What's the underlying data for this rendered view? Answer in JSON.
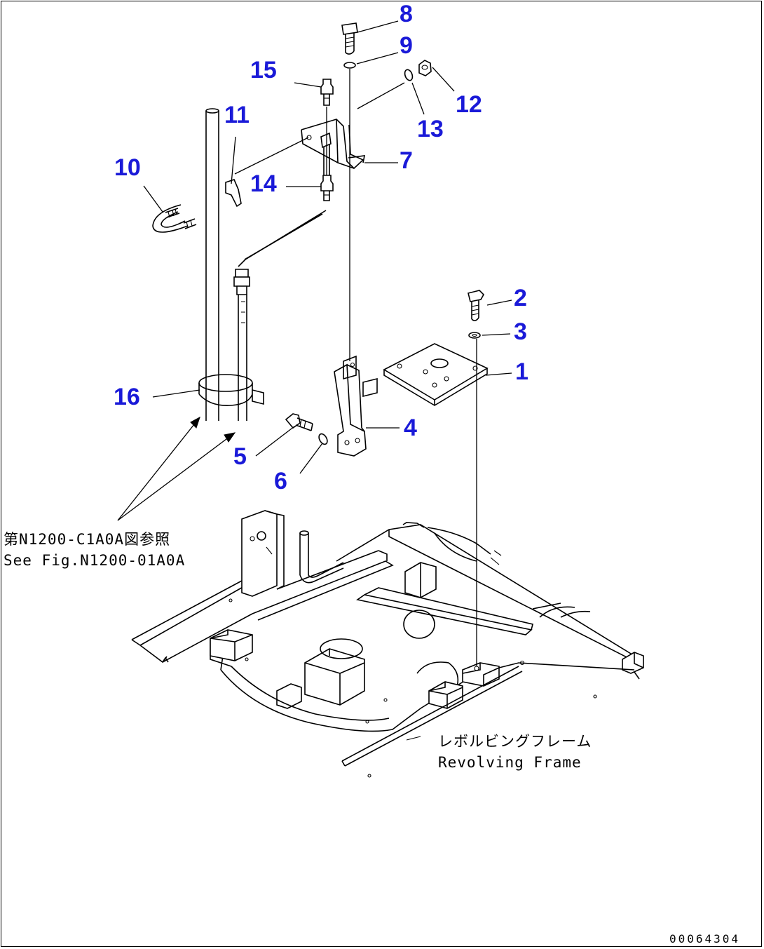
{
  "diagram": {
    "callouts": [
      {
        "id": "1",
        "label": "1"
      },
      {
        "id": "2",
        "label": "2"
      },
      {
        "id": "3",
        "label": "3"
      },
      {
        "id": "4",
        "label": "4"
      },
      {
        "id": "5",
        "label": "5"
      },
      {
        "id": "6",
        "label": "6"
      },
      {
        "id": "7",
        "label": "7"
      },
      {
        "id": "8",
        "label": "8"
      },
      {
        "id": "9",
        "label": "9"
      },
      {
        "id": "10",
        "label": "10"
      },
      {
        "id": "11",
        "label": "11"
      },
      {
        "id": "12",
        "label": "12"
      },
      {
        "id": "13",
        "label": "13"
      },
      {
        "id": "14",
        "label": "14"
      },
      {
        "id": "15",
        "label": "15"
      },
      {
        "id": "16",
        "label": "16"
      }
    ],
    "reference_note": {
      "line_jp": "第N1200-C1A0A図参照",
      "line_en": "See Fig.N1200-01A0A"
    },
    "frame_label": {
      "line_jp": "レボルビングフレーム",
      "line_en": "Revolving Frame"
    },
    "drawing_code": "00064304",
    "colors": {
      "callout": "#1a1ad8",
      "line": "#000000",
      "background": "#ffffff"
    }
  }
}
